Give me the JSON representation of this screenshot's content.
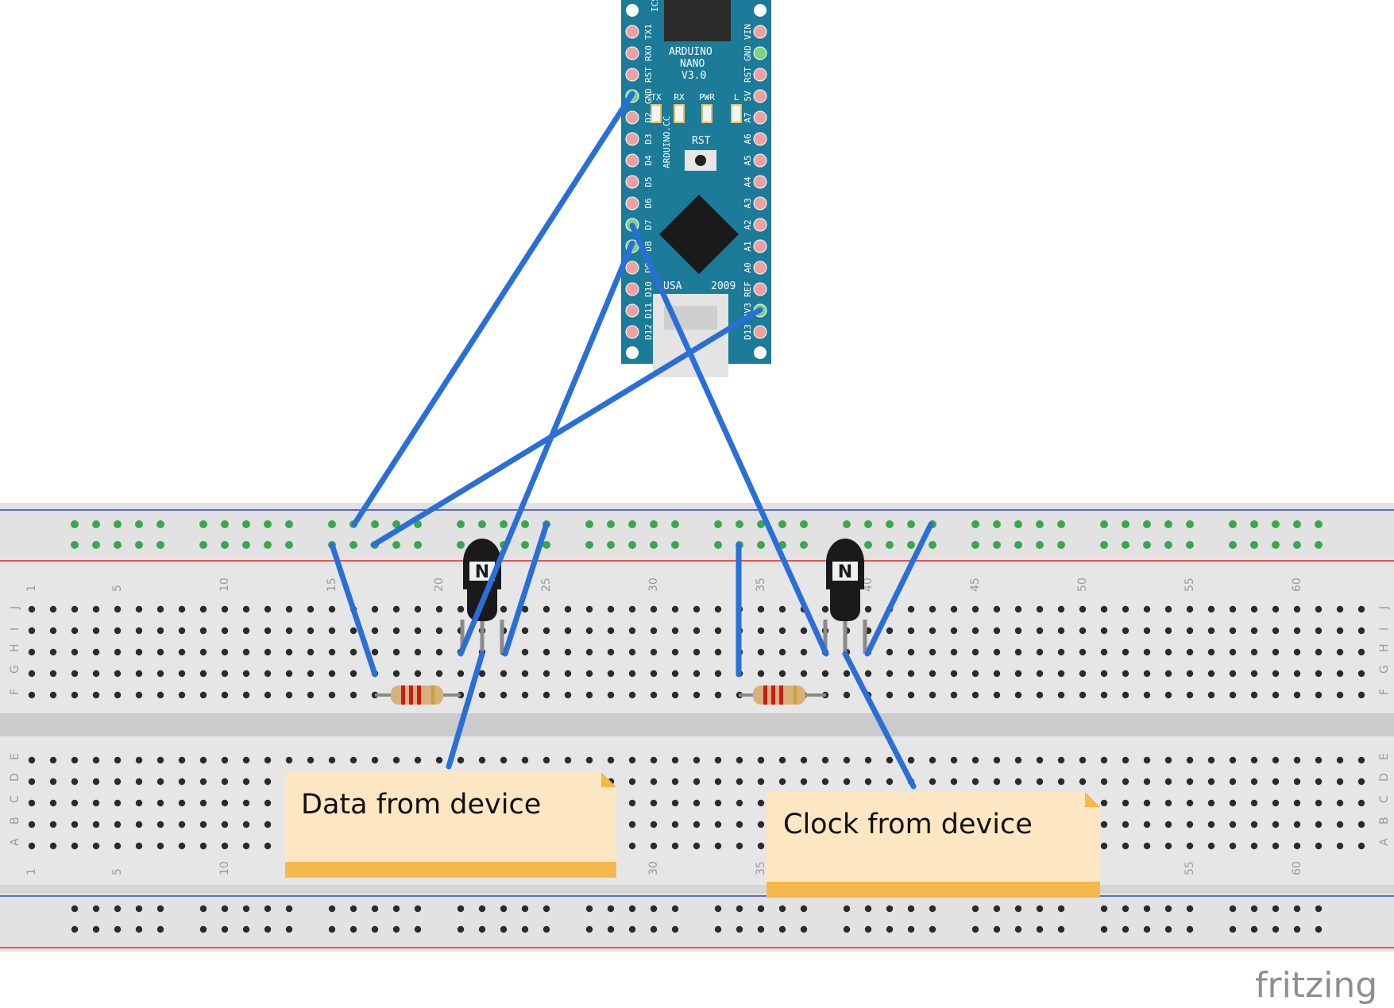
{
  "arduino": {
    "title_line1": "ARDUINO",
    "title_line2": "NANO",
    "title_line3": "V3.0",
    "icsp": "ICSP",
    "site": "ARDUINO.CC",
    "country": "USA",
    "year": "2009",
    "rst": "RST",
    "led_labels": [
      "TX",
      "RX",
      "PWR",
      "L"
    ],
    "left_pins": [
      "TX1",
      "RX0",
      "RST",
      "GND",
      "D2",
      "D3",
      "D4",
      "D5",
      "D6",
      "D7",
      "D8",
      "D9",
      "D10",
      "D11",
      "D12"
    ],
    "right_pins": [
      "VIN",
      "GND",
      "RST",
      "5V",
      "A7",
      "A6",
      "A5",
      "A4",
      "A3",
      "A2",
      "A1",
      "A0",
      "REF",
      "3V3",
      "D13"
    ]
  },
  "breadboard": {
    "column_numbers": [
      "1",
      "5",
      "10",
      "15",
      "20",
      "25",
      "30",
      "35",
      "40",
      "45",
      "50",
      "55",
      "60"
    ],
    "row_letters_top": [
      "J",
      "I",
      "H",
      "G",
      "F"
    ],
    "row_letters_bottom": [
      "E",
      "D",
      "C",
      "B",
      "A"
    ]
  },
  "notes": [
    {
      "text": "Data from device"
    },
    {
      "text": "Clock from device"
    }
  ],
  "transistor_label": "N",
  "logo": "fritzing",
  "colors": {
    "wire": "#2a6fd6",
    "board": "#1b7b99",
    "breadboard": "#d9d9d9",
    "note_body": "#fde6c2",
    "note_bar": "#f5b84a",
    "rail_red": "#e0262a",
    "rail_blue": "#2a3fd6"
  }
}
